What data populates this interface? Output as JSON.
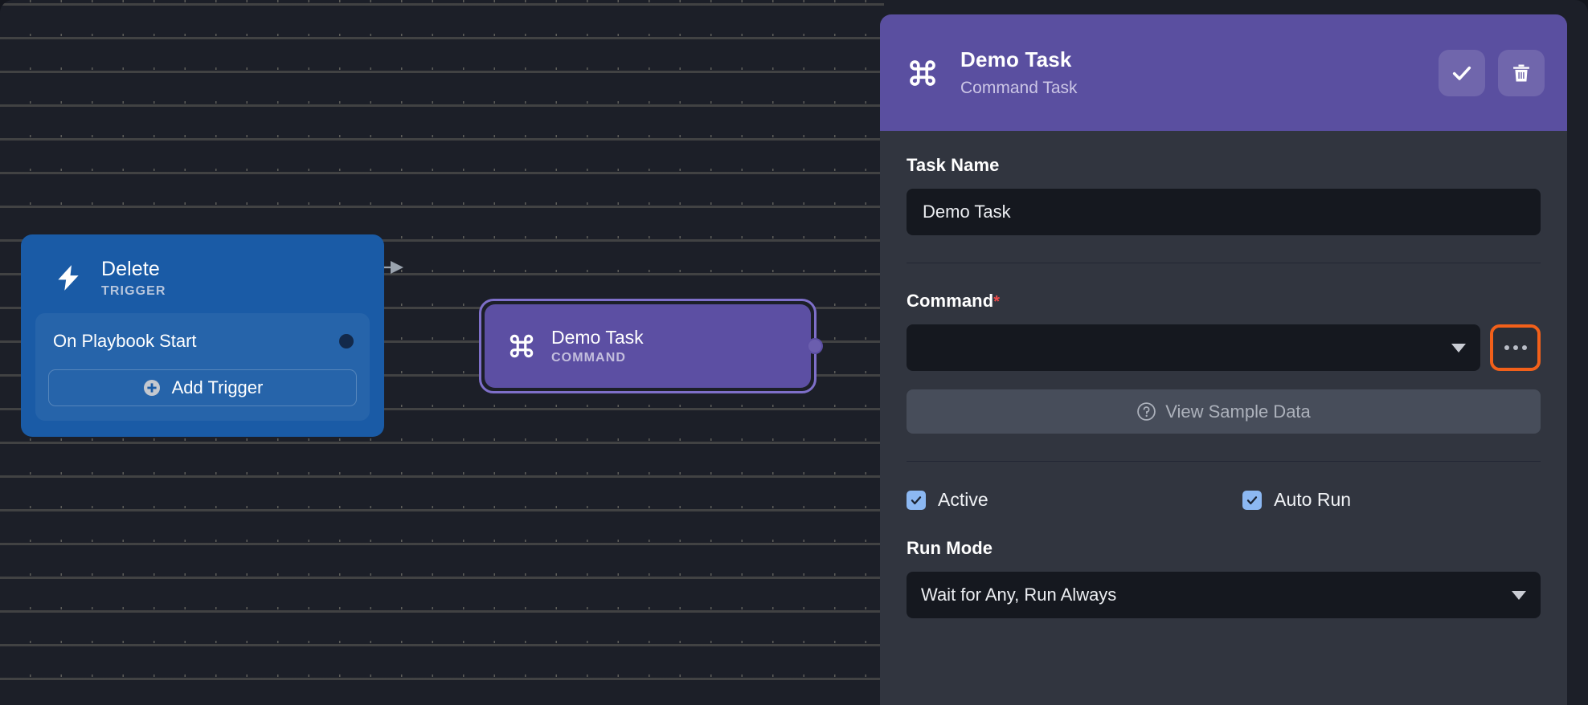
{
  "canvas": {
    "trigger_node": {
      "icon": "lightning-bolt-icon",
      "title": "Delete",
      "subtitle": "TRIGGER",
      "trigger_row_label": "On Playbook Start",
      "add_trigger_label": "Add Trigger",
      "color": "#1a5ba6"
    },
    "command_node": {
      "icon": "command-icon",
      "title": "Demo Task",
      "subtitle": "COMMAND",
      "color": "#5c4fa3",
      "selected_outline": "#7e6fc9"
    }
  },
  "panel": {
    "header": {
      "icon": "command-icon",
      "title": "Demo Task",
      "subtitle": "Command Task",
      "accent": "#5a4fa0",
      "save_icon": "check-icon",
      "delete_icon": "trash-icon"
    },
    "task_name": {
      "label": "Task Name",
      "value": "Demo Task"
    },
    "command": {
      "label": "Command",
      "required_marker": "*",
      "value": "",
      "caret_icon": "chevron-down-icon",
      "more_icon": "ellipsis-icon",
      "more_highlight_color": "#f2601a"
    },
    "sample_data": {
      "label": "View Sample Data",
      "icon": "question-circle-icon"
    },
    "checkboxes": [
      {
        "label": "Active",
        "checked": true
      },
      {
        "label": "Auto Run",
        "checked": true
      }
    ],
    "run_mode": {
      "label": "Run Mode",
      "value": "Wait for Any, Run Always",
      "caret_icon": "chevron-down-icon"
    }
  }
}
